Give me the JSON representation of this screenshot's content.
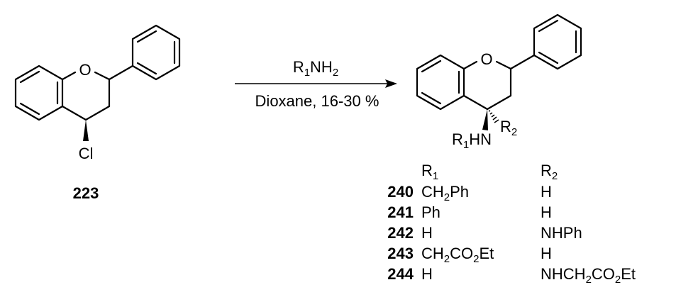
{
  "reactant": {
    "number": "223",
    "atom_oxygen": "O",
    "substituent": "Cl"
  },
  "conditions": {
    "reagent": {
      "base": "R",
      "sub1": "1",
      "mid": "NH",
      "sub2": "2"
    },
    "solvent_yield": "Dioxane, 16-30 %"
  },
  "product": {
    "atom_oxygen": "O",
    "amine": {
      "base": "R",
      "sub": "1",
      "rest": "HN"
    },
    "r2": {
      "base": "R",
      "sub": "2"
    }
  },
  "table": {
    "headers": [
      {
        "base": "R",
        "sub": "1"
      },
      {
        "base": "R",
        "sub": "2"
      }
    ],
    "rows": [
      {
        "number": "240",
        "r1": [
          [
            "CH",
            ""
          ],
          [
            "2",
            "sub"
          ],
          [
            "Ph",
            ""
          ]
        ],
        "r2": [
          [
            "H",
            ""
          ]
        ]
      },
      {
        "number": "241",
        "r1": [
          [
            "Ph",
            ""
          ]
        ],
        "r2": [
          [
            "H",
            ""
          ]
        ]
      },
      {
        "number": "242",
        "r1": [
          [
            "H",
            ""
          ]
        ],
        "r2": [
          [
            "NHPh",
            ""
          ]
        ]
      },
      {
        "number": "243",
        "r1": [
          [
            "CH",
            ""
          ],
          [
            "2",
            "sub"
          ],
          [
            "CO",
            ""
          ],
          [
            "2",
            "sub"
          ],
          [
            "Et",
            ""
          ]
        ],
        "r2": [
          [
            "H",
            ""
          ]
        ]
      },
      {
        "number": "244",
        "r1": [
          [
            "H",
            ""
          ]
        ],
        "r2": [
          [
            "NHCH",
            ""
          ],
          [
            "2",
            "sub"
          ],
          [
            "CO",
            ""
          ],
          [
            "2",
            "sub"
          ],
          [
            "Et",
            ""
          ]
        ]
      }
    ]
  }
}
